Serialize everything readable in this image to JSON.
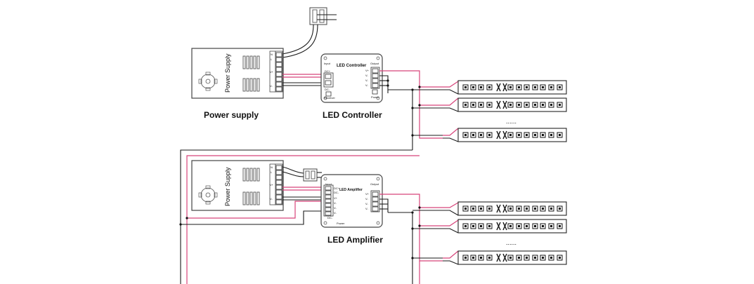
{
  "labels": {
    "power_supply_caption": "Power supply",
    "controller_caption": "LED Controller",
    "amplifier_caption": "LED Amplifier",
    "psu_side_text": "Power Supply",
    "psu_terminals_top": "N",
    "psu_terminals_top2": "L",
    "psu_vplus": "V+",
    "psu_vminus": "V-",
    "controller_title": "LED Controller",
    "controller_input": "Input",
    "controller_output": "Output",
    "controller_dc": "DC+",
    "controller_dc_minus": "DC-",
    "controller_receiver": "Receiver",
    "controller_power": "Power",
    "controller_ports": [
      "V+",
      "V-",
      "V-",
      "V-"
    ],
    "amplifier_title": "LED Amplifier",
    "amplifier_input": "Input",
    "amplifier_output": "Output",
    "amplifier_in_ports": [
      "DC+",
      "DC-",
      "V+",
      "V-",
      "V-",
      "V-",
      "DC-"
    ],
    "amplifier_out_ports": [
      "V+",
      "V-",
      "V-",
      "V-"
    ],
    "amplifier_power": "Power",
    "ellipsis": "......"
  },
  "colors": {
    "wire_positive": "#d8437a",
    "wire_negative": "#1a1a1a",
    "outline": "#444444"
  }
}
